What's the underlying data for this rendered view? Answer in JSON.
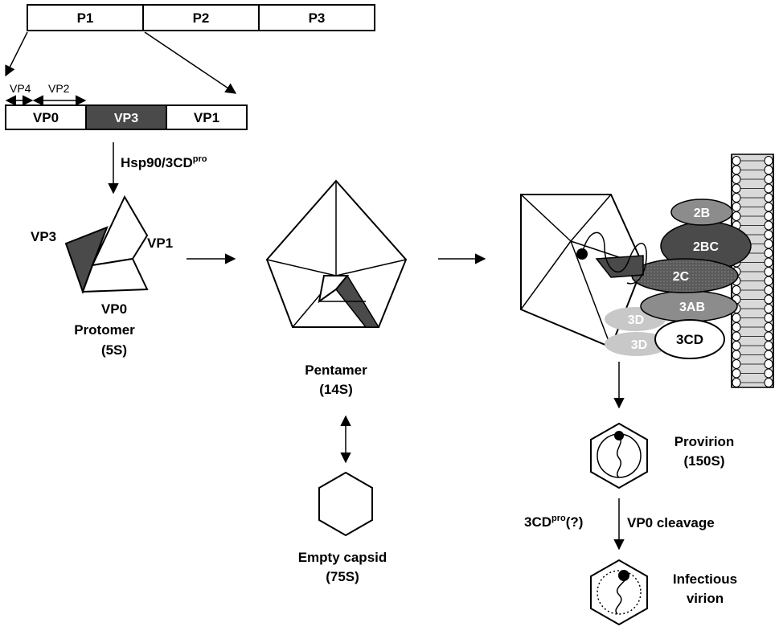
{
  "polyprotein": {
    "segments": [
      "P1",
      "P2",
      "P3"
    ],
    "subdomains": [
      "VP4",
      "VP2"
    ],
    "capsid_proteins": [
      "VP0",
      "VP3",
      "VP1"
    ]
  },
  "protomer": {
    "processing": "Hsp90/3CD",
    "processing_sup": "pro",
    "vp3": "VP3",
    "vp1": "VP1",
    "vp0": "VP0",
    "name": "Protomer",
    "sed": "(5S)"
  },
  "pentamer": {
    "name": "Pentamer",
    "sed": "(14S)"
  },
  "empty_capsid": {
    "name": "Empty capsid",
    "sed": "(75S)"
  },
  "replication_complex": {
    "proteins": [
      "2B",
      "2BC",
      "2C",
      "3AB",
      "3D",
      "3D",
      "3CD"
    ]
  },
  "provirion": {
    "name": "Provirion",
    "sed": "(150S)"
  },
  "maturation": {
    "enzyme": "3CD",
    "enzyme_sup": "pro",
    "enzyme_note": "(?)",
    "step": "VP0 cleavage"
  },
  "virion": {
    "line1": "Infectious",
    "line2": "virion"
  },
  "colors": {
    "dark_fill": "#4a4a4a",
    "mid_fill": "#8c8c8c",
    "light_fill": "#c8c8c8",
    "membrane_fill": "#d9d9d9"
  }
}
